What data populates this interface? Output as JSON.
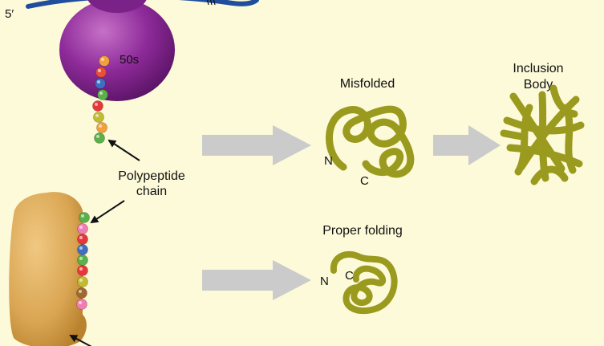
{
  "labels": {
    "five_prime": "5′",
    "ribosome_subunit": "50s",
    "polypeptide_chain_line1": "Polypeptide",
    "polypeptide_chain_line2": "chain",
    "misfolded": "Misfolded",
    "inclusion_body_line1": "Inclusion",
    "inclusion_body_line2": "Body",
    "proper_folding": "Proper folding",
    "misfolded_n": "N",
    "misfolded_c": "C",
    "folded_n": "N",
    "folded_c": "C"
  },
  "colors": {
    "background": "#FCFAD9",
    "mrna": "#1F4E9E",
    "ribosome": "#8E2B9A",
    "chaperone": "#D9A552",
    "protein": "#9A9A1E",
    "process_arrow": "#CBCBCB",
    "pointer_arrow": "#111111"
  },
  "chains": {
    "ribosome_beads": [
      "#F2A03A",
      "#E8503A",
      "#3F6FC2",
      "#5BB04A",
      "#E8373A",
      "#C3BC2E",
      "#F2A03A",
      "#5BB04A"
    ],
    "chaperone_beads": [
      "#5BB04A",
      "#F07EB4",
      "#E8373A",
      "#3F6FC2",
      "#5BB04A",
      "#E8373A",
      "#C3BC2E",
      "#9E6A2E",
      "#F07EB4"
    ]
  }
}
